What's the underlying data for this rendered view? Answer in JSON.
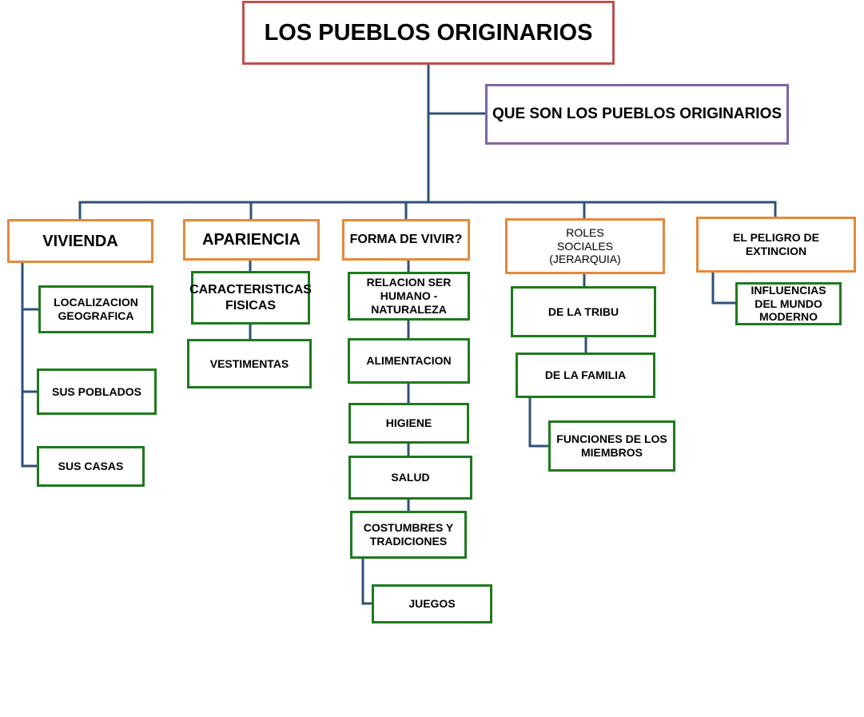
{
  "title": "LOS PUEBLOS ORIGINARIOS",
  "intro": "QUE SON LOS PUEBLOS ORIGINARIOS",
  "colors": {
    "title_border": "#c0504d",
    "intro_border": "#8064a2",
    "category_border": "#e5893a",
    "item_border": "#1e7a1e",
    "connector": "#2e5177"
  },
  "categories": [
    {
      "label": "VIVIENDA",
      "items": [
        "LOCALIZACION GEOGRAFICA",
        "SUS POBLADOS",
        "SUS CASAS"
      ]
    },
    {
      "label": "APARIENCIA",
      "items": [
        "CARACTERISTICAS FISICAS",
        "VESTIMENTAS"
      ]
    },
    {
      "label": "FORMA DE VIVIR?",
      "items": [
        "RELACION SER HUMANO - NATURALEZA",
        "ALIMENTACION",
        "HIGIENE",
        "SALUD",
        "COSTUMBRES Y TRADICIONES"
      ],
      "subitems": [
        "JUEGOS"
      ]
    },
    {
      "label": "ROLES SOCIALES (JERARQUIA)",
      "items": [
        "DE LA TRIBU",
        "DE LA FAMILIA"
      ],
      "subitems": [
        "FUNCIONES DE LOS MIEMBROS"
      ]
    },
    {
      "label": "EL PELIGRO DE EXTINCION",
      "subitems": [
        "INFLUENCIAS DEL MUNDO MODERNO"
      ]
    }
  ]
}
